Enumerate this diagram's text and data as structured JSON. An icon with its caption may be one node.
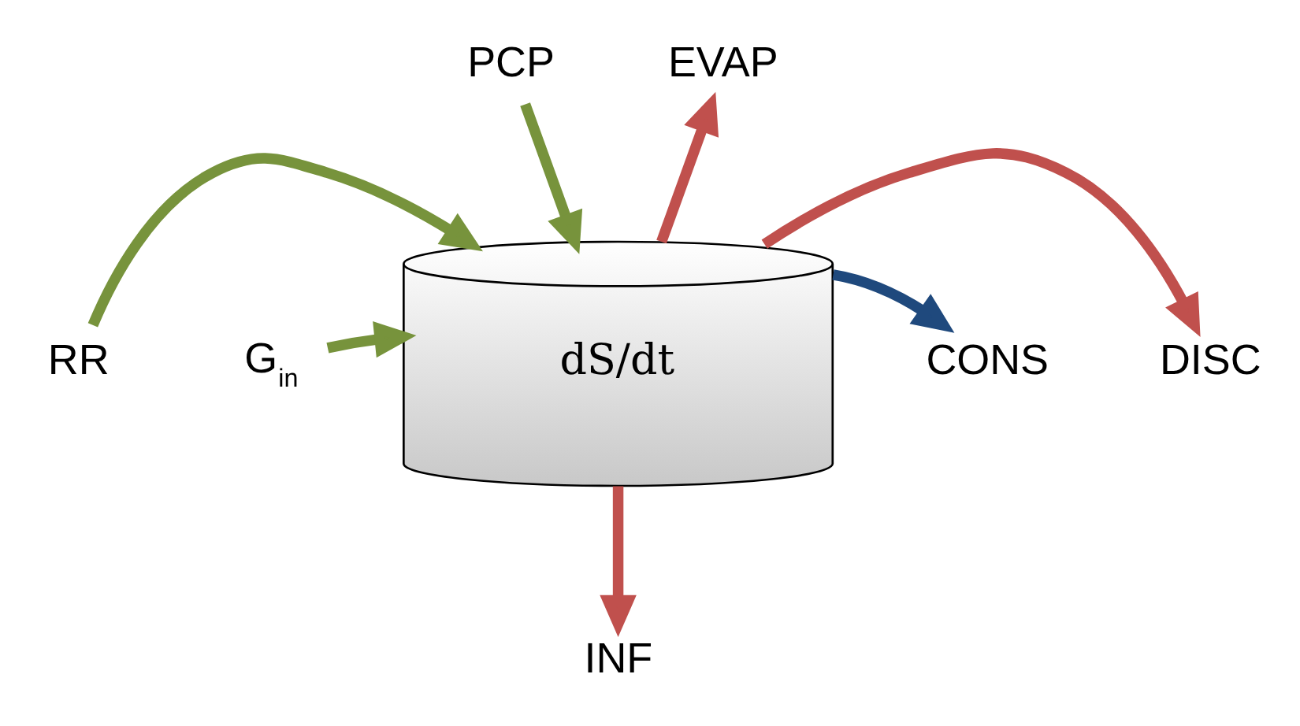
{
  "diagram": {
    "nodes": [
      {
        "text": [
          "PCP"
        ]
      },
      {
        "text": [
          "EVAP"
        ]
      },
      {
        "text": [
          "RR"
        ]
      },
      {
        "text": [
          "G$_{in}$"
        ]
      },
      {
        "text": [
          "dS/dt"
        ]
      },
      {
        "text": [
          "CONS"
        ]
      },
      {
        "text": [
          "DISC"
        ]
      },
      {
        "text": [
          "INF"
        ]
      }
    ],
    "edges": [
      {
        "from": 0,
        "to": 4,
        "arrow": "to",
        "color": "#77933c"
      },
      {
        "from": 4,
        "to": 1,
        "arrow": "to",
        "color": "#c0504d"
      },
      {
        "from": 2,
        "to": 4,
        "arrow": "to",
        "color": "#77933c"
      },
      {
        "from": 3,
        "to": 4,
        "arrow": "to",
        "color": "#77933c"
      },
      {
        "from": 4,
        "to": 5,
        "arrow": "to",
        "color": "#1f497d"
      },
      {
        "from": 4,
        "to": 6,
        "arrow": "to",
        "color": "#c0504d"
      },
      {
        "from": 4,
        "to": 7,
        "arrow": "to",
        "color": "#c0504d"
      }
    ]
  }
}
